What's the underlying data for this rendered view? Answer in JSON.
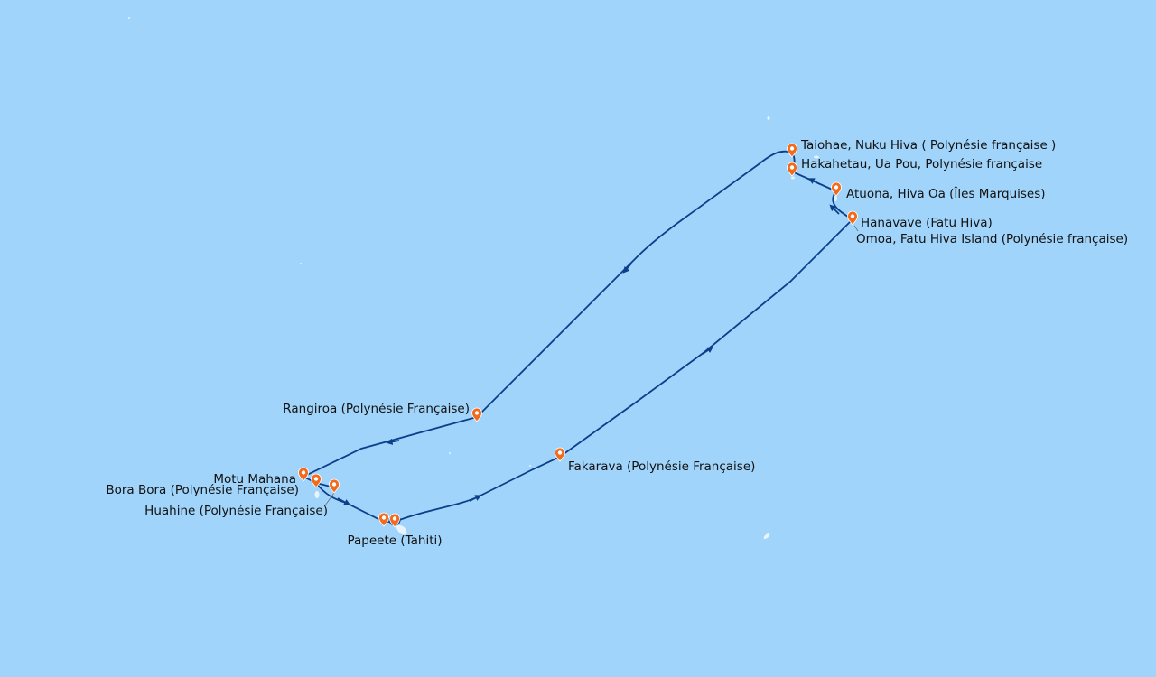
{
  "map": {
    "route_color": "#0b3f8c",
    "marker_color": "#f26a1b",
    "water_color": "#a0d4fa",
    "ports": [
      {
        "name": "Taiohae, Nuku Hiva ( Polynésie française )"
      },
      {
        "name": "Hakahetau, Ua Pou, Polynésie française"
      },
      {
        "name": "Atuona, Hiva Oa (Îles Marquises)"
      },
      {
        "name": "Hanavave (Fatu Hiva)"
      },
      {
        "name": "Omoa, Fatu Hiva Island (Polynésie française)"
      },
      {
        "name": "Rangiroa (Polynésie Française)"
      },
      {
        "name": "Fakarava (Polynésie Française)"
      },
      {
        "name": "Motu Mahana"
      },
      {
        "name": "Bora Bora (Polynésie Française)"
      },
      {
        "name": "Huahine (Polynésie Française)"
      },
      {
        "name": "Papeete (Tahiti)"
      }
    ]
  }
}
